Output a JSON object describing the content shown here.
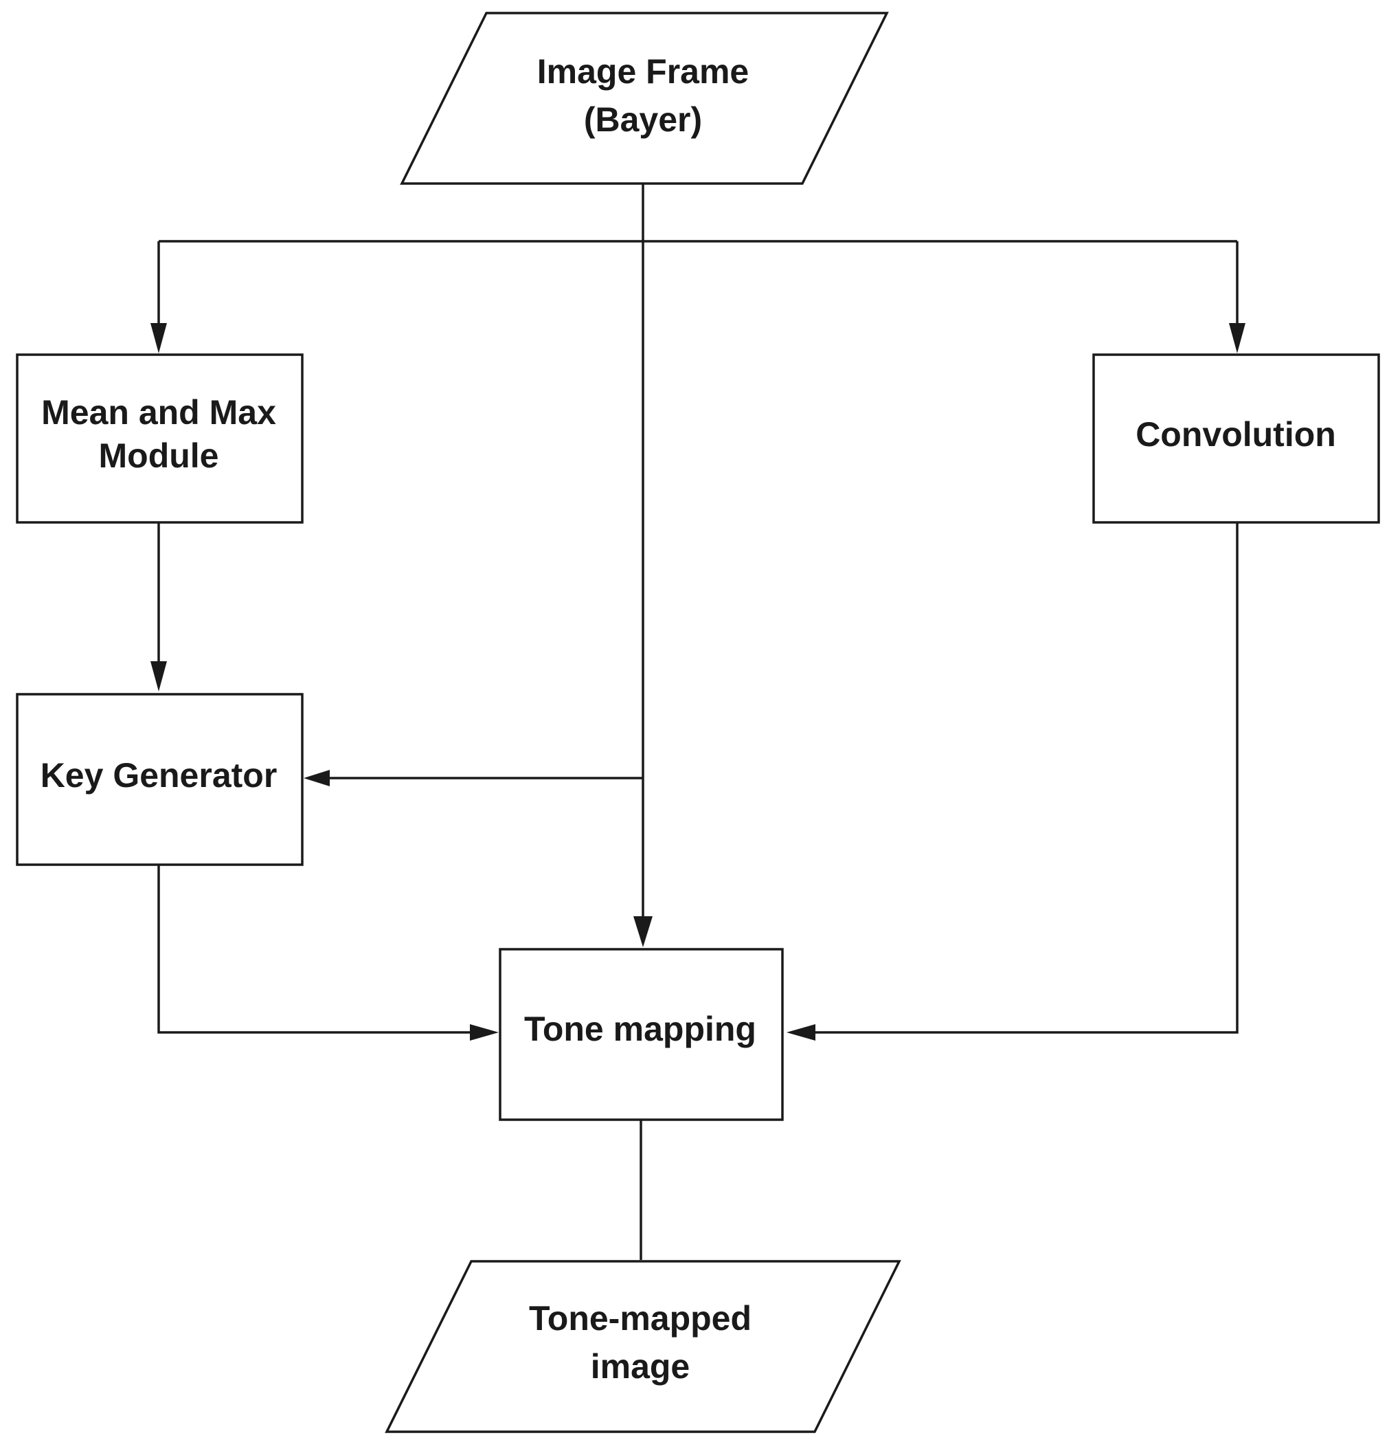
{
  "nodes": {
    "image_frame": {
      "line1": "Image Frame",
      "line2": "(Bayer)"
    },
    "mean_max": {
      "line1": "Mean and Max",
      "line2": "Module"
    },
    "convolution": {
      "label": "Convolution"
    },
    "key_generator": {
      "label": "Key Generator"
    },
    "tone_mapping": {
      "label": "Tone mapping"
    },
    "tone_mapped_image": {
      "line1": "Tone-mapped",
      "line2": "image"
    }
  },
  "colors": {
    "stroke": "#1a1a1a",
    "background": "#ffffff"
  }
}
